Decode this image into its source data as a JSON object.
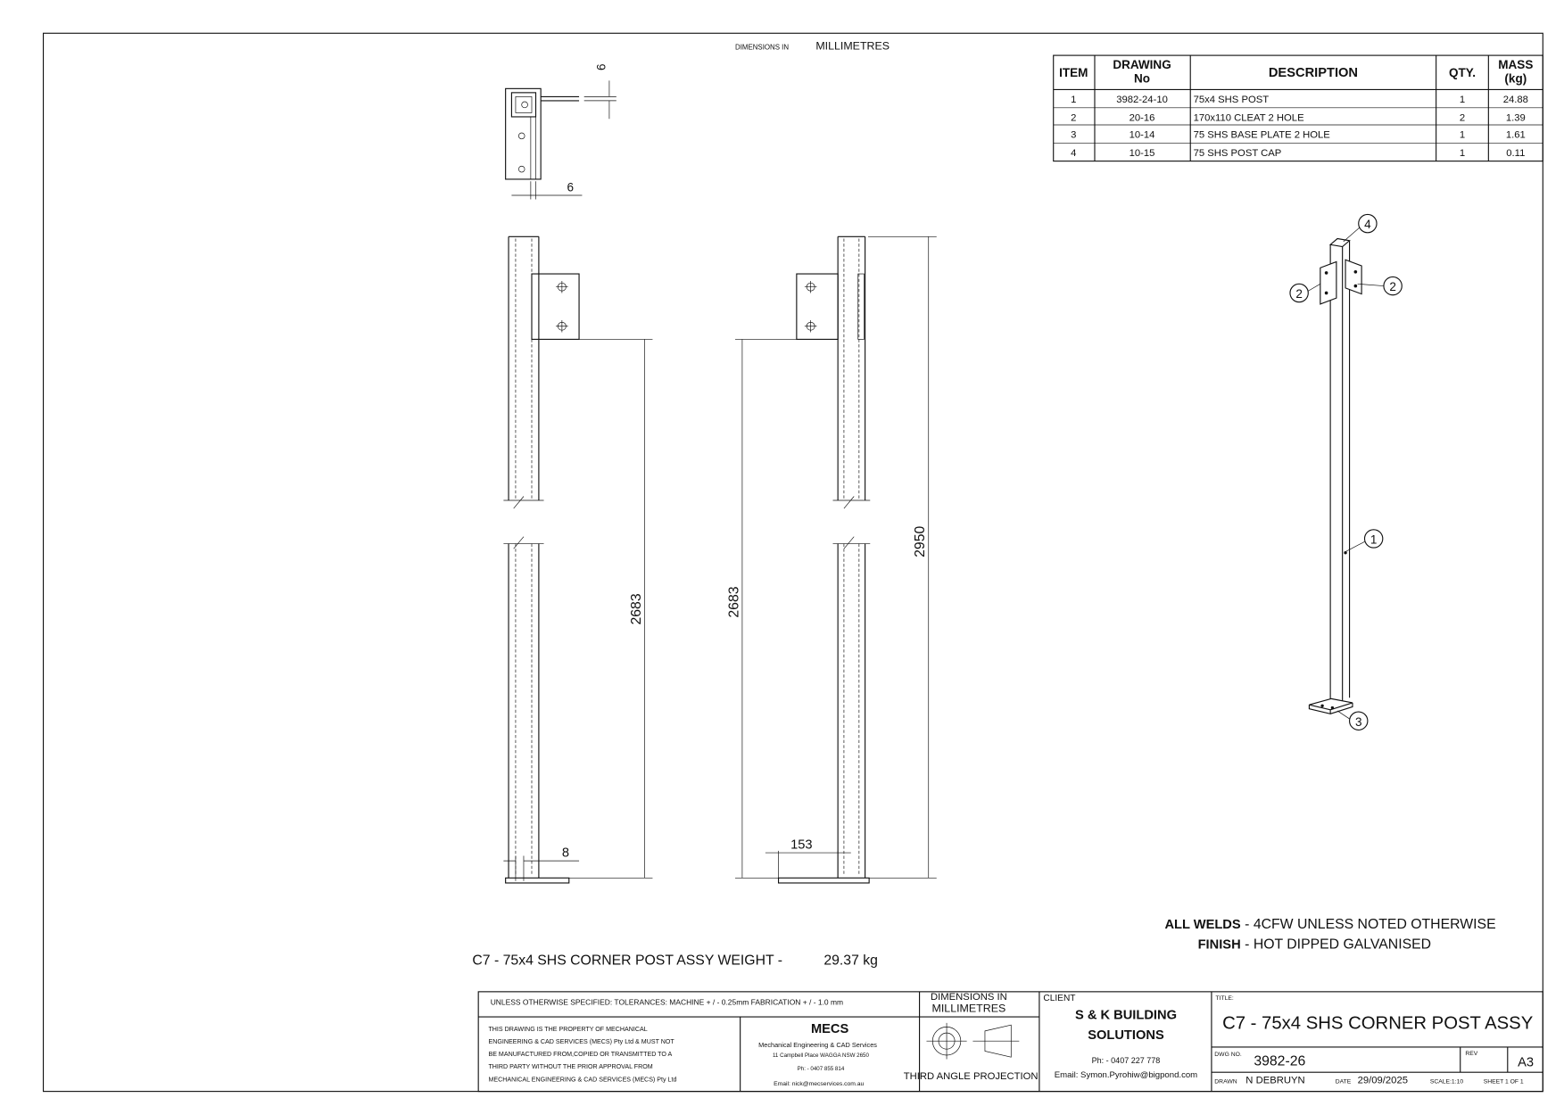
{
  "header": {
    "dimensions_prefix": "DIMENSIONS IN",
    "dimensions_unit": "MILLIMETRES"
  },
  "bom": {
    "headers": {
      "item": "ITEM",
      "drawing_1": "DRAWING",
      "drawing_2": "No",
      "description": "DESCRIPTION",
      "qty": "QTY.",
      "mass_1": "MASS",
      "mass_2": "(kg)"
    },
    "rows": [
      {
        "item": "1",
        "drawing": "3982-24-10",
        "description": "75x4 SHS POST",
        "qty": "1",
        "mass": "24.88"
      },
      {
        "item": "2",
        "drawing": "20-16",
        "description": "170x110 CLEAT 2 HOLE",
        "qty": "2",
        "mass": "1.39"
      },
      {
        "item": "3",
        "drawing": "10-14",
        "description": "75 SHS  BASE PLATE 2 HOLE",
        "qty": "1",
        "mass": "1.61"
      },
      {
        "item": "4",
        "drawing": "10-15",
        "description": "75 SHS POST CAP",
        "qty": "1",
        "mass": "0.11"
      }
    ]
  },
  "dims": {
    "top_6a": "6",
    "top_6b": "6",
    "left_2683": "2683",
    "left_8": "8",
    "mid_2683": "2683",
    "mid_2950": "2950",
    "mid_153": "153"
  },
  "balloons": {
    "b1": "1",
    "b2a": "2",
    "b2b": "2",
    "b3": "3",
    "b4": "4"
  },
  "notes": {
    "welds_label": "ALL WELDS",
    "welds_text": "- 4CFW UNLESS NOTED OTHERWISE",
    "finish_label": "FINISH",
    "finish_text": "- HOT DIPPED GALVANISED"
  },
  "weight": {
    "label": "C7 - 75x4 SHS CORNER POST ASSY WEIGHT -",
    "value": "29.37 kg"
  },
  "title_block": {
    "tolerances": "UNLESS OTHERWISE SPECIFIED: TOLERANCES: MACHINE + / - 0.25mm  FABRICATION + / - 1.0 mm",
    "property_lines": [
      "THIS DRAWING IS THE PROPERTY OF MECHANICAL",
      "ENGINEERING & CAD SERVICES (MECS) Pty Ltd & MUST NOT",
      "BE MANUFACTURED FROM,COPIED OR TRANSMITTED TO A",
      "THIRD PARTY WITHOUT THE PRIOR APPROVAL FROM",
      "MECHANICAL ENGINEERING & CAD SERVICES (MECS) Pty Ltd"
    ],
    "company": {
      "logo": "MECS",
      "name": "Mechanical Engineering & CAD Services",
      "address": "11 Campbell Place WAGGA NSW 2650",
      "phone": "Ph: - 0407 855 814",
      "email": "Email: nick@mecservices.com.au"
    },
    "dimensions_1": "DIMENSIONS IN",
    "dimensions_2": "MILLIMETRES",
    "projection": "THIRD ANGLE PROJECTION",
    "client_label": "CLIENT",
    "client_1": "S & K  BUILDING",
    "client_2": "SOLUTIONS",
    "client_phone": "Ph: - 0407 227 778",
    "client_email": "Email: Symon.Pyrohiw@bigpond.com",
    "title_label": "TITLE:",
    "title": "C7 - 75x4 SHS CORNER POST ASSY",
    "dwg_label": "DWG NO.",
    "dwg_no": "3982-26",
    "rev_label": "REV",
    "size": "A3",
    "drawn_label": "DRAWN",
    "drawn": "N DEBRUYN",
    "date_label": "DATE",
    "date": "29/09/2025",
    "scale": "SCALE:1:10",
    "sheet": "SHEET 1 OF 1"
  }
}
